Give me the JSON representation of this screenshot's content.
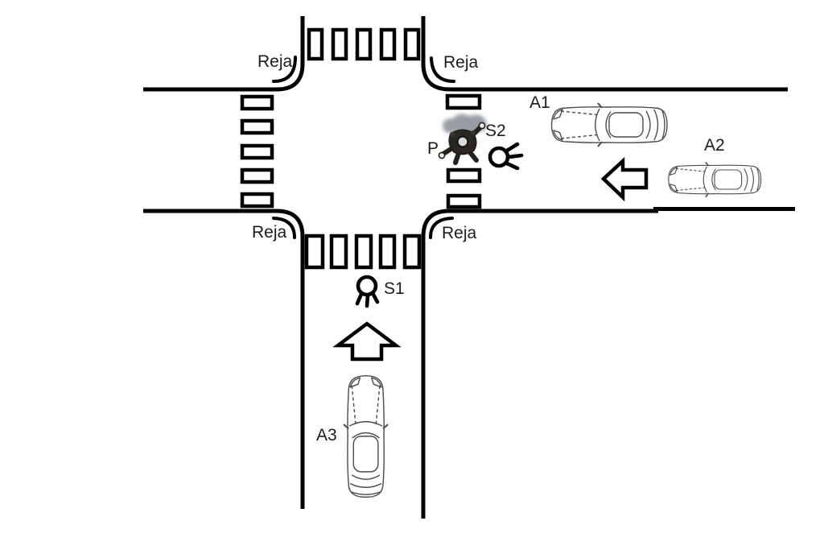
{
  "scene": {
    "type": "traffic-accident-sketch",
    "background": "#ffffff",
    "ink": "#000000",
    "sketch_ink": "#4d4d4d",
    "shadow_color": "#8a8f9a",
    "corners": [
      {
        "position": "top-left",
        "label": "Reja"
      },
      {
        "position": "top-right",
        "label": "Reja"
      },
      {
        "position": "bottom-left",
        "label": "Reja"
      },
      {
        "position": "bottom-right",
        "label": "Reja"
      }
    ],
    "vehicles": [
      {
        "id": "A1",
        "label": "A1",
        "facing": "west"
      },
      {
        "id": "A2",
        "label": "A2",
        "facing": "west"
      },
      {
        "id": "A3",
        "label": "A3",
        "facing": "north"
      }
    ],
    "signals": [
      {
        "id": "S1",
        "label": "S1"
      },
      {
        "id": "S2",
        "label": "S2"
      }
    ],
    "pedestrian": {
      "id": "P",
      "label": "P"
    }
  }
}
